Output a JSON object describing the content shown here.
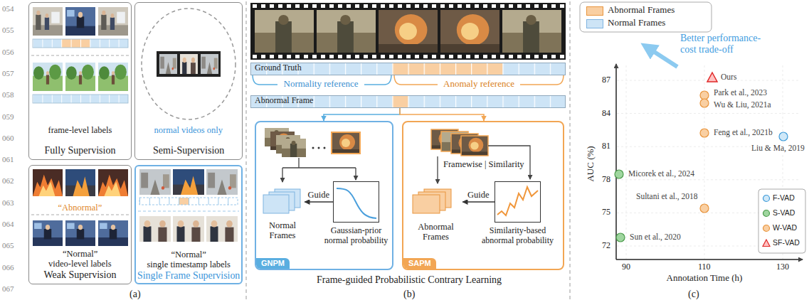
{
  "diagram": {
    "nodes": [
      {
        "text": [
          "frame-level labels",
          "Fully Supervision"
        ]
      },
      {
        "text": [
          "normal videos only",
          "Semi-Supervision"
        ]
      },
      {
        "text": [
          "“Abnormal”",
          "“Normal”",
          "video-level labels",
          "Weak Supervision"
        ]
      },
      {
        "text": [
          "“Normal”",
          "single timestamp labels",
          "Single Frame Supervision"
        ]
      },
      {
        "text": [
          "Ground Truth"
        ]
      },
      {
        "text": [
          "Abnormal Frame"
        ]
      },
      {
        "text": [
          "GNPM"
        ]
      },
      {
        "text": [
          "Normal Frames"
        ],
        "in": 6
      },
      {
        "text": [
          "Gaussian-prior normal probability"
        ],
        "in": 6
      },
      {
        "text": [
          "SAPM"
        ]
      },
      {
        "text": [
          "Abnormal Frames"
        ],
        "in": 9
      },
      {
        "text": [
          "Similarity-based abnormal probability"
        ],
        "in": 9
      }
    ],
    "edges": [
      {
        "from": 5,
        "to": 6,
        "arrow": "to"
      },
      {
        "from": 5,
        "to": 9,
        "arrow": "to"
      },
      {
        "from": 8,
        "to": 7,
        "label": "Guide",
        "arrow": "to"
      },
      {
        "from": 11,
        "to": 10,
        "label": "Guide",
        "arrow": "to"
      }
    ],
    "labels": [
      "054",
      "055",
      "056",
      "057",
      "058",
      "059",
      "060",
      "061",
      "062",
      "063",
      "064",
      "065",
      "066",
      "067",
      "(a)",
      "Normality reference",
      "Anomaly reference",
      "Framewise | Similarity",
      "Frame-guided Probabilistic Contrary Learning",
      "(b)",
      "Better performance-cost trade-off",
      "AUC (%)",
      "87",
      "84",
      "81",
      "78",
      "75",
      "72",
      "Ours",
      "Park et al., 2023",
      "Wu & Liu, 2021a",
      "Feng et al., 2021b",
      "Liu & Ma, 2019",
      "Micorek et al., 2024",
      "Sultani et al., 2018",
      "Sun et al., 2020",
      "90",
      "110",
      "130",
      "Annotation Time (h)",
      "(c)"
    ],
    "legend": [
      {
        "text": "Abnormal Frames",
        "color": "#f9cfa2"
      },
      {
        "text": "Normal Frames",
        "color": "#cde4f6"
      },
      {
        "text": "F-VAD"
      },
      {
        "text": "S-VAD"
      },
      {
        "text": "W-VAD"
      },
      {
        "text": "SF-VAD"
      }
    ]
  }
}
